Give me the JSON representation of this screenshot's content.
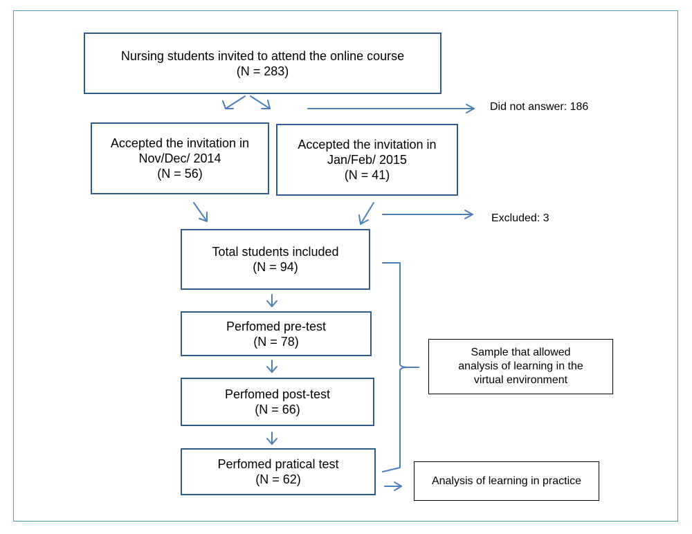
{
  "nodes": {
    "invited": {
      "label": "Nursing students invited to attend the online course",
      "n": "(N = 283)"
    },
    "accepted_2014": {
      "label_line1": "Accepted the invitation in",
      "label_line2": "Nov/Dec/ 2014",
      "n": "(N = 56)"
    },
    "accepted_2015": {
      "label_line1": "Accepted the invitation in",
      "label_line2": "Jan/Feb/ 2015",
      "n": "(N = 41)"
    },
    "total_included": {
      "label": "Total students included",
      "n": "(N = 94)"
    },
    "pre_test": {
      "label": "Perfomed pre-test",
      "n": "(N = 78)"
    },
    "post_test": {
      "label": "Perfomed post-test",
      "n": "(N = 66)"
    },
    "practical_test": {
      "label": "Perfomed pratical test",
      "n": "(N = 62)"
    }
  },
  "side_notes": {
    "did_not_answer": "Did not answer: 186",
    "excluded": "Excluded: 3"
  },
  "annotations": {
    "virtual_sample": {
      "line1": "Sample that allowed",
      "line2": "analysis of learning in the",
      "line3": "virtual environment"
    },
    "practice_analysis": "Analysis of learning in practice"
  },
  "colors": {
    "box_border": "#2e5c8a",
    "arrow": "#4a7ebb",
    "frame": "#4a9ab5"
  }
}
